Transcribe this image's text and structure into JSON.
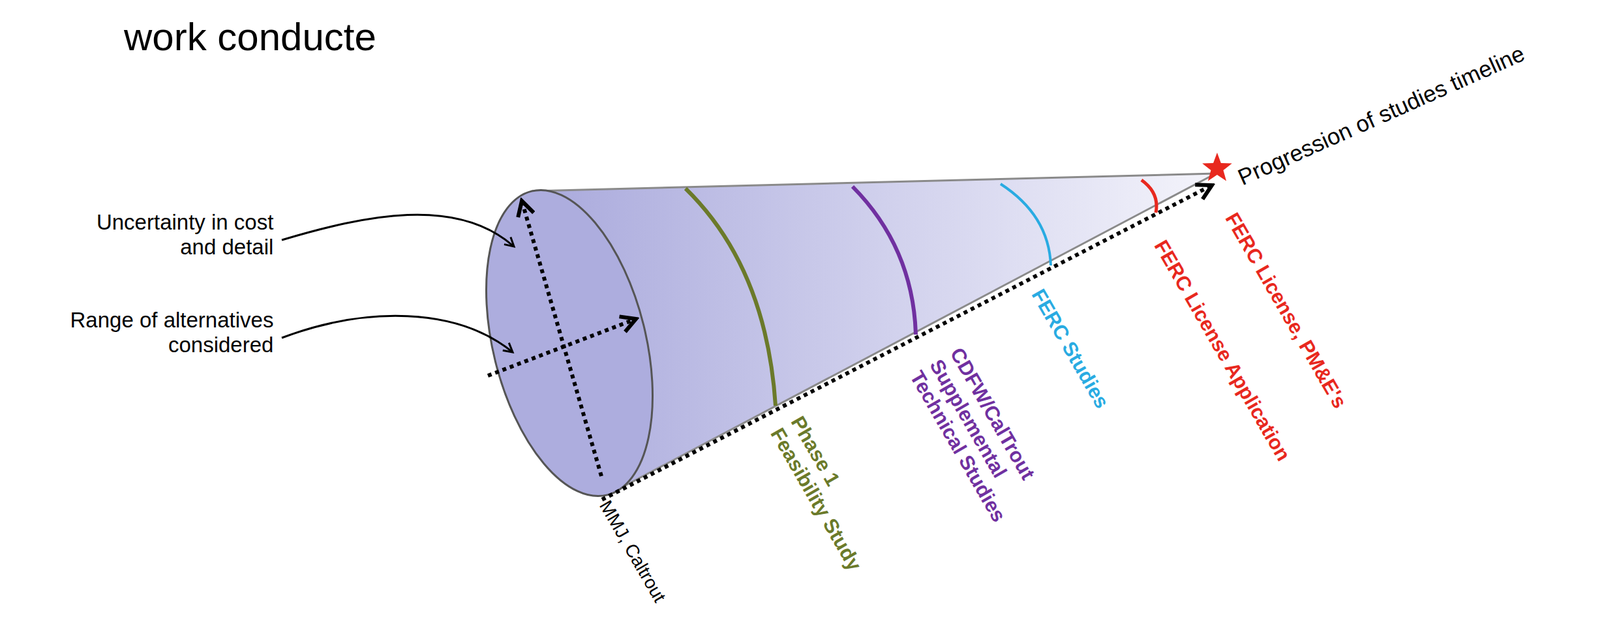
{
  "diagram": {
    "title": "work conducte",
    "labels": [
      "Uncertainty in cost and detail",
      "Range of alternatives considered",
      "Progression of studies timeline",
      "MMJ, Caltrout",
      "Phase 1 Feasibility Study",
      "CDFW/CalTrout Supplemental Technical Studies",
      "FERC Studies",
      "FERC License Application",
      "FERC License, PM&E's"
    ]
  }
}
